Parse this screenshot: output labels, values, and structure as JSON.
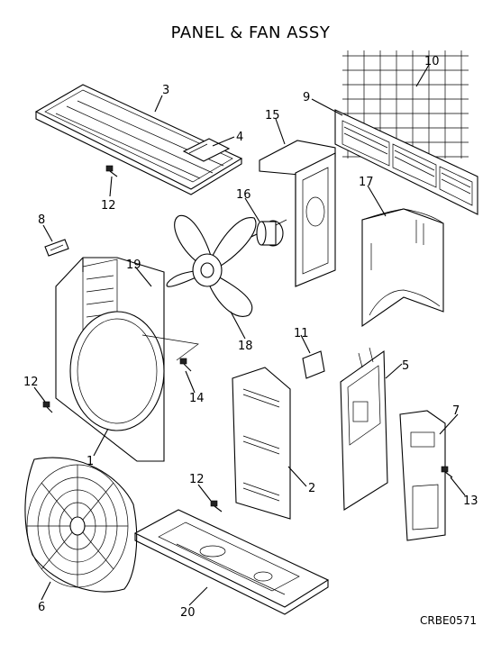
{
  "title": "PANEL & FAN ASSY",
  "drawing_code": "CRBE0571",
  "callouts": {
    "c1": "1",
    "c2": "2",
    "c3": "3",
    "c4": "4",
    "c5": "5",
    "c6": "6",
    "c7": "7",
    "c8": "8",
    "c9": "9",
    "c10": "10",
    "c11": "11",
    "c12a": "12",
    "c12b": "12",
    "c12c": "12",
    "c13": "13",
    "c14": "14",
    "c15": "15",
    "c16": "16",
    "c17": "17",
    "c18": "18",
    "c19": "19",
    "c20": "20"
  }
}
